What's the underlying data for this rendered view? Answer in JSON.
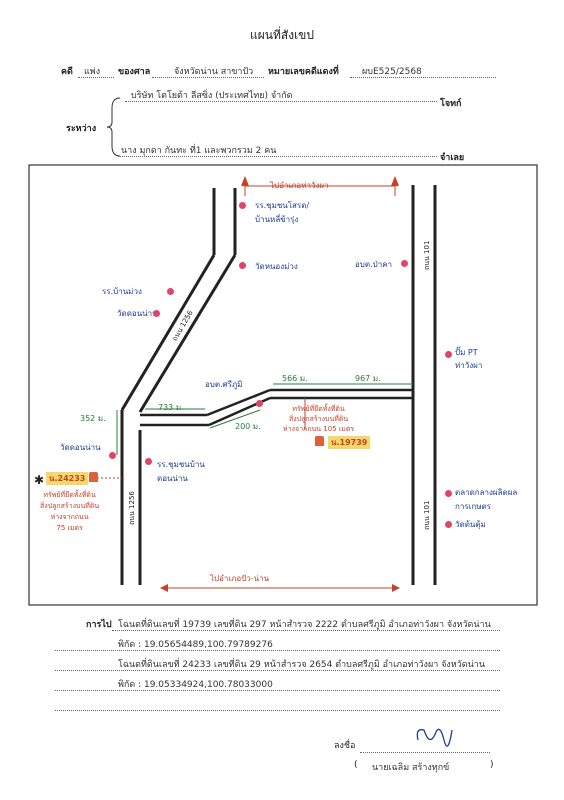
{
  "header": {
    "title": "แผนที่สังเขป",
    "case_label": "คดี",
    "case_type": "แพ่ง",
    "court_label": "ของศาล",
    "court_name": "จังหวัดน่าน สาขาปัว",
    "case_no_label": "หมายเลขคดีแดงที่",
    "case_no": "ผบE525/2568",
    "between_label": "ระหว่าง",
    "plaintiff": "บริษัท โตโยต้า ลีสซิ่ง (ประเทศไทย) จำกัด",
    "plaintiff_role": "โจทก์",
    "defendant": "นาง มุกดา กันทะ ที่1 และพวกรวม 2 คน",
    "defendant_role": "จำเลย"
  },
  "map": {
    "top_direction": "ไปอำเภอท่าวังผา",
    "bottom_direction": "ไปอำเภอปัว-น่าน",
    "road_1256": "ถนน 1256",
    "road_101_top": "ถนน 101",
    "road_101_bottom": "ถนน 101",
    "landmarks": [
      {
        "name": "รร.ชุมชนโสรด/\nบ้านหลี่ข้ารุ่ง",
        "color": "#1e3d9a"
      },
      {
        "name": "วัดหนองม่วง",
        "color": "#1e3d9a"
      },
      {
        "name": "อบต.ป่าคา",
        "color": "#1e3d9a"
      },
      {
        "name": "รร.บ้านม่วง",
        "color": "#1e3d9a"
      },
      {
        "name": "วัดดอนน่าน",
        "color": "#1e3d9a"
      },
      {
        "name": "ปั๊ม PT\nท่าวังผา",
        "color": "#1e3d9a"
      },
      {
        "name": "อบต.ศรีภูมิ",
        "color": "#1e3d9a"
      },
      {
        "name": "วัดดอนน่าน",
        "color": "#1e3d9a"
      },
      {
        "name": "รร.ชุมชนบ้าน\nดอนน่าน",
        "color": "#1e3d9a"
      },
      {
        "name": "ตลาดกลางผลิตผล\nการเกษตร",
        "color": "#1e3d9a"
      },
      {
        "name": "วัดต้นตุ้ม",
        "color": "#1e3d9a"
      }
    ],
    "distances": {
      "d1": "566 ม.",
      "d2": "967 ม.",
      "d3": "733 ม.",
      "d4": "200 ม.",
      "d5": "352 ม."
    },
    "land_1": {
      "label": "น.19739",
      "note": "ทรัพย์ที่ยึดทั้งที่ดิน\nสิ่งปลูกสร้างบนที่ดิน\nห่างจากถนน 105 เมตร"
    },
    "land_2": {
      "label": "น.24233",
      "note": "ทรัพย์ที่ยึดทั้งที่ดิน\nสิ่งปลูกสร้างบนที่ดิน\nห่างจากถนน\n75 เมตร"
    }
  },
  "footer": {
    "go_label": "การไป",
    "line1": "โฉนดที่ดินเลขที่ 19739 เลขที่ดิน 297 หน้าสำรวจ 2222 ตำบลศรีภูมิ อำเภอท่าวังผา จังหวัดน่าน",
    "line2": "พิกัด : 19.05654489,100.79789276",
    "line3": "โฉนดที่ดินเลขที่ 24233 เลขที่ดิน 29 หน้าสำรวจ 2654 ตำบลศรีภูมิ อำเภอท่าวังผา จังหวัดน่าน",
    "line4": "พิกัด : 19.05334924,100.78033000",
    "sign_label": "ลงชื่อ",
    "signer": "นายเฉลิม สร้างทุกข์",
    "paren_open": "(",
    "paren_close": ")"
  }
}
